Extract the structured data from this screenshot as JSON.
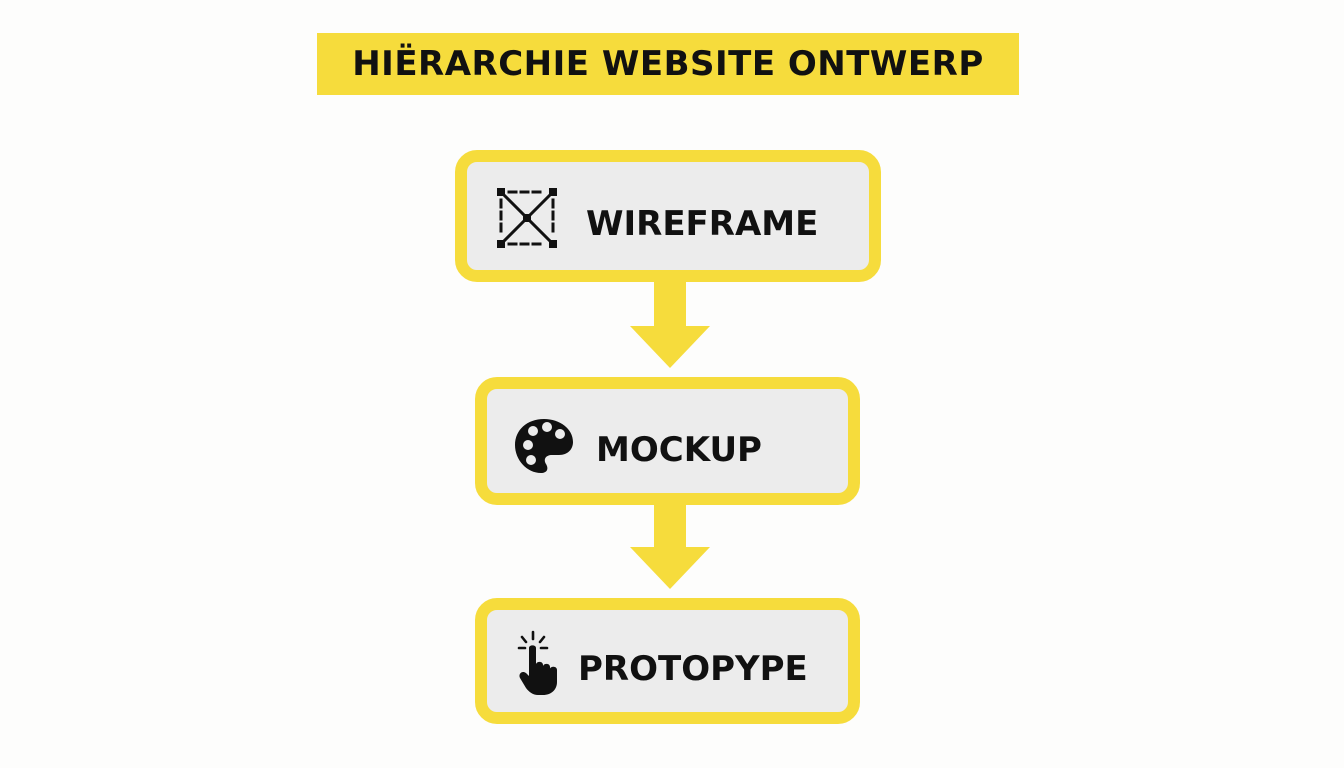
{
  "title": "HIËRARCHIE WEBSITE ONTWERP",
  "colors": {
    "accent": "#f6dc3c",
    "box_fill": "#ececec",
    "text": "#111111"
  },
  "steps": [
    {
      "label": "WIREFRAME",
      "icon": "wireframe-icon"
    },
    {
      "label": "MOCKUP",
      "icon": "palette-icon"
    },
    {
      "label": "PROTOPYPE",
      "icon": "tap-hand-icon"
    }
  ],
  "connectors": [
    {
      "from": "WIREFRAME",
      "to": "MOCKUP",
      "icon": "arrow-down-icon"
    },
    {
      "from": "MOCKUP",
      "to": "PROTOPYPE",
      "icon": "arrow-down-icon"
    }
  ]
}
